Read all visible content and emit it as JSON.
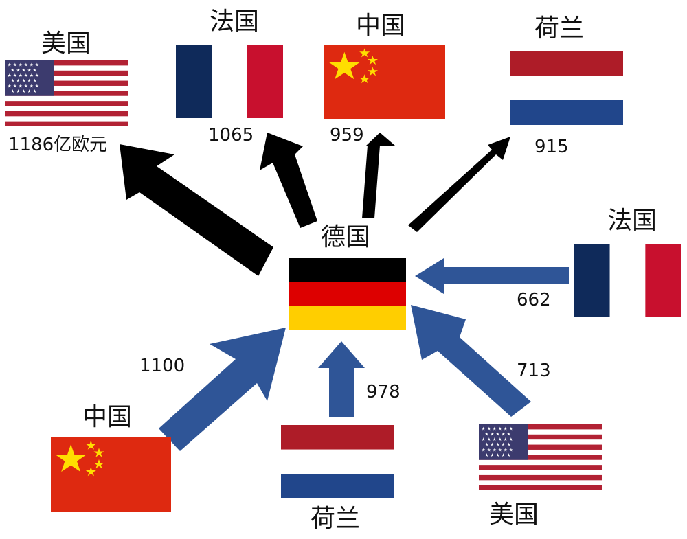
{
  "center": {
    "country": "德国"
  },
  "exports": [
    {
      "country": "美国",
      "value": "1186亿欧元"
    },
    {
      "country": "法国",
      "value": "1065"
    },
    {
      "country": "中国",
      "value": "959"
    },
    {
      "country": "荷兰",
      "value": "915"
    }
  ],
  "imports": [
    {
      "country": "中国",
      "value": "1100"
    },
    {
      "country": "荷兰",
      "value": "978"
    },
    {
      "country": "美国",
      "value": "713"
    },
    {
      "country": "法国",
      "value": "662"
    }
  ],
  "colors": {
    "export_arrow": "#000000",
    "import_arrow": "#2f5597"
  }
}
